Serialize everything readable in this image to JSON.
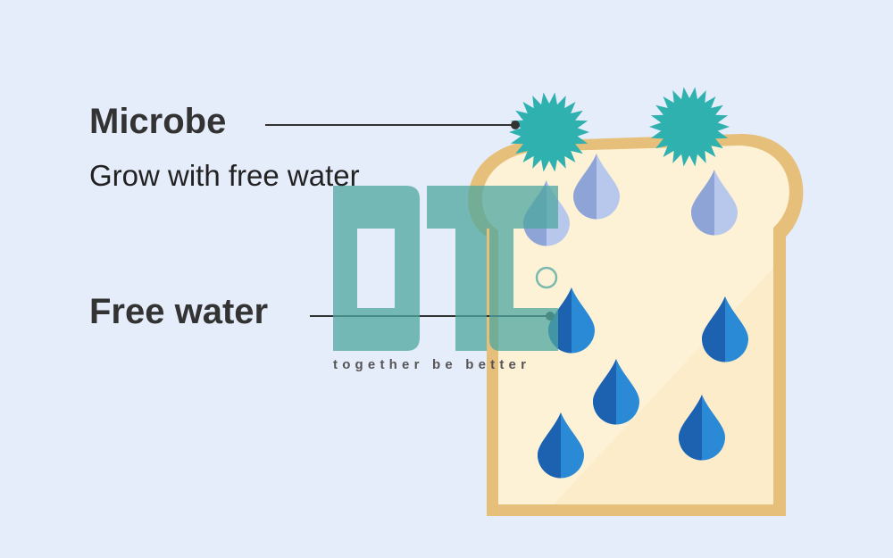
{
  "labels": {
    "microbe": "Microbe",
    "microbe_desc": "Grow with free water",
    "free_water": "Free water"
  },
  "watermark": {
    "logo_text": "DTC",
    "tagline": "together be better",
    "registered": "®"
  },
  "colors": {
    "background": "#e5ecfa",
    "microbe": "#2fb1b0",
    "drop_dark": "#1f6fc0",
    "drop_light": "#9fb4e0",
    "bread_crust": "#e6c07a",
    "bread_inside": "#fdf1d6"
  }
}
